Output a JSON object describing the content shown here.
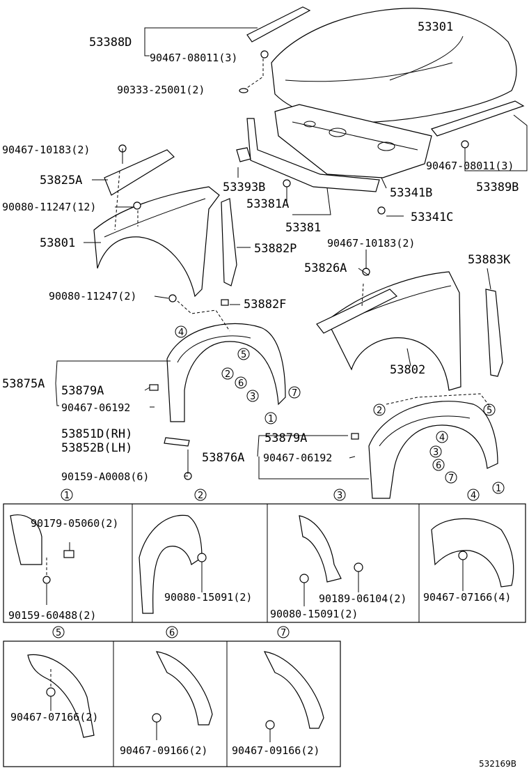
{
  "labels": {
    "p53301": "53301",
    "p53388D": "53388D",
    "p90467_08011_a": "90467-08011(3)",
    "p90333_25001": "90333-25001(2)",
    "p90467_10183_a": "90467-10183(2)",
    "p53825A": "53825A",
    "p53393B": "53393B",
    "p53341B": "53341B",
    "p90467_08011_b": "90467-08011(3)",
    "p53389B": "53389B",
    "p90080_11247_12": "90080-11247(12)",
    "p53381A": "53381A",
    "p53381": "53381",
    "p53341C": "53341C",
    "p53801": "53801",
    "p53882P": "53882P",
    "p90467_10183_b": "90467-10183(2)",
    "p53826A": "53826A",
    "p53883K": "53883K",
    "p90080_11247_2": "90080-11247(2)",
    "p53882F": "53882F",
    "p53875A": "53875A",
    "p53879A_a": "53879A",
    "p90467_06192_a": "90467-06192",
    "p53802": "53802",
    "p53851D": "53851D(RH)",
    "p53852B": "53852B(LH)",
    "p53879A_b": "53879A",
    "p53876A": "53876A",
    "p90467_06192_b": "90467-06192",
    "p90159_A0008": "90159-A0008(6)",
    "d1_a": "90179-05060(2)",
    "d1_b": "90159-60488(2)",
    "d2_a": "90080-15091(2)",
    "d3_a": "90189-06104(2)",
    "d3_b": "90080-15091(2)",
    "d4_a": "90467-07166(4)",
    "d5_a": "90467-07166(2)",
    "d6_a": "90467-09166(2)",
    "d7_a": "90467-09166(2)",
    "ref_code": "532169B"
  },
  "circles": {
    "c1": "1",
    "c2": "2",
    "c3": "3",
    "c4": "4",
    "c5": "5",
    "c6": "6",
    "c7": "7"
  },
  "detail_titles": {
    "d1": "1",
    "d2": "2",
    "d3": "3",
    "d4": "4",
    "d5": "5",
    "d6": "6",
    "d7": "7"
  }
}
